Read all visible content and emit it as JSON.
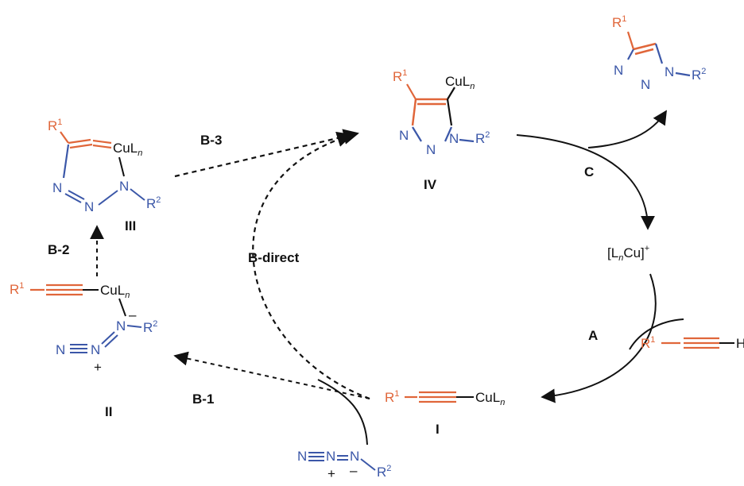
{
  "colors": {
    "substituent_r1": "#e0663a",
    "azide_nitrogen": "#3b57a8",
    "copper_and_labels": "#111111"
  },
  "labels": {
    "b3": "B-3",
    "b2": "B-2",
    "b1": "B-1",
    "b_direct": "B-direct",
    "a": "A",
    "c": "C"
  },
  "intermediates": {
    "i": "I",
    "ii": "II",
    "iii": "III",
    "iv": "IV"
  },
  "atoms": {
    "r1": "R",
    "r1_sup": "1",
    "r2": "R",
    "r2_sup": "2",
    "n": "N",
    "h": "H",
    "cu_ln": "CuL",
    "ln_sub": "n",
    "catalyst_open": "[L",
    "catalyst_n": "n",
    "catalyst_close": "Cu]",
    "catalyst_charge": "+",
    "plus": "+",
    "minus": "–"
  }
}
